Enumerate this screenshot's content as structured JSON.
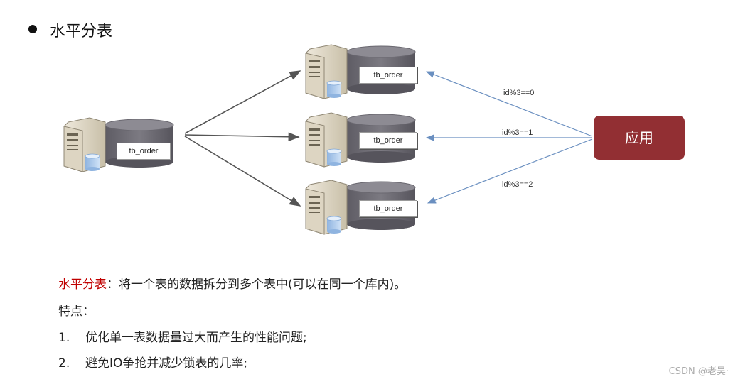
{
  "slide": {
    "title": "水平分表"
  },
  "diagram": {
    "source_label": "tb_order",
    "targets": [
      {
        "label": "tb_order",
        "condition": "id%3==0"
      },
      {
        "label": "tb_order",
        "condition": "id%3==1"
      },
      {
        "label": "tb_order",
        "condition": "id%3==2"
      }
    ],
    "app_label": "应用",
    "colors": {
      "app_box": "#922f33",
      "arrow_to_db": "#555555",
      "arrow_from_app": "#6a8fc0",
      "cylinder": "#6e6c74",
      "server": "#d9d1bd"
    }
  },
  "description": {
    "term": "水平分表",
    "definition": "：将一个表的数据拆分到多个表中(可以在同一个库内)。",
    "features_heading": "特点：",
    "features": [
      {
        "num": "1.",
        "text": "优化单一表数据量过大而产生的性能问题;"
      },
      {
        "num": "2.",
        "text": "避免IO争抢并减少锁表的几率;"
      }
    ]
  },
  "watermark": "CSDN @老吴·"
}
